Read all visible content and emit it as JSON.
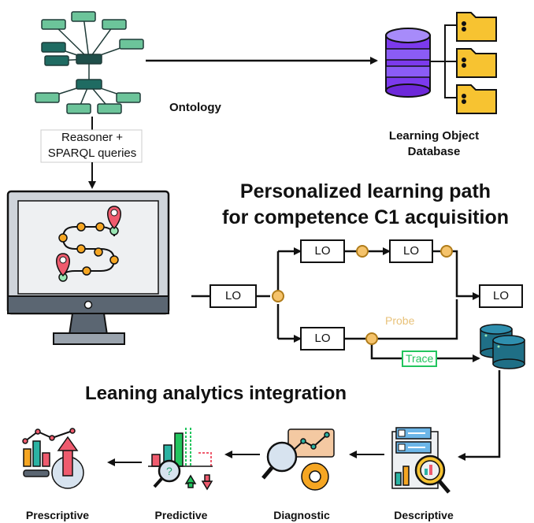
{
  "ontology_label": "Ontology",
  "reasoner_label_line1": "Reasoner +",
  "reasoner_label_line2": "SPARQL queries",
  "database_label_line1": "Learning Object",
  "database_label_line2": "Database",
  "path_title_line1": "Personalized learning path",
  "path_title_line2": "for competence C1 acquisition",
  "lo_label": "LO",
  "probe_label": "Probe",
  "trace_label": "Trace",
  "analytics_title": "Leaning analytics integration",
  "stages": {
    "prescriptive": "Prescriptive",
    "predictive": "Predictive",
    "diagnostic": "Diagnostic",
    "descriptive": "Descriptive"
  },
  "colors": {
    "ontology_green": "#6cc49a",
    "ontology_dark": "#1f6b62",
    "db_purple": "#7c3aed",
    "folder_yellow": "#f7c331",
    "node_orange": "#f5a623",
    "probe_color": "#e8c27a",
    "trace_green": "#22c55e",
    "db_teal": "#1f6f86"
  }
}
